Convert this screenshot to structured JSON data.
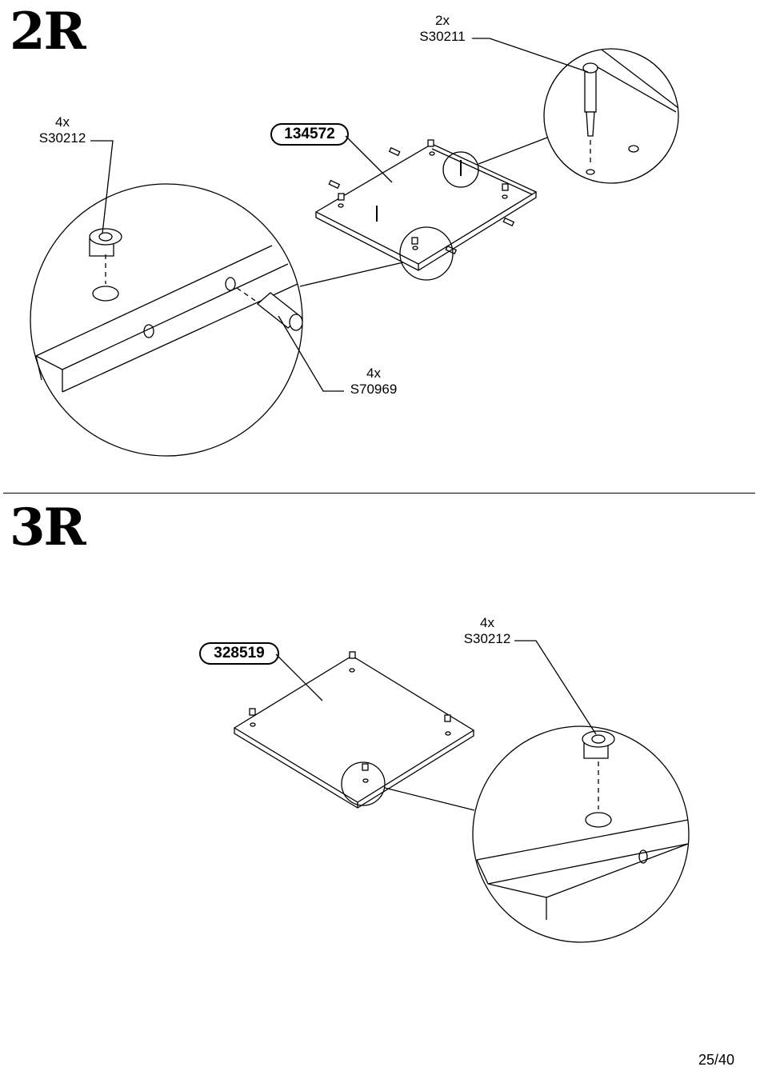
{
  "steps": [
    {
      "title": "2R",
      "part_number": "134572",
      "callouts": [
        {
          "qty": "2x",
          "code": "S30211"
        },
        {
          "qty": "4x",
          "code": "S30212"
        },
        {
          "qty": "4x",
          "code": "S70969"
        }
      ]
    },
    {
      "title": "3R",
      "part_number": "328519",
      "callouts": [
        {
          "qty": "4x",
          "code": "S30212"
        }
      ]
    }
  ],
  "page": {
    "number": "25/40"
  }
}
